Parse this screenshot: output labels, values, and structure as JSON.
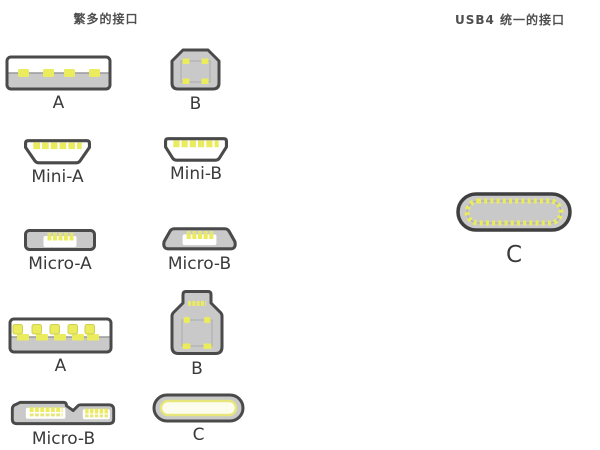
{
  "colors": {
    "body_gray": "#c9c9c9",
    "outline_dark": "#4a4a4a",
    "pin_yellow": "#ebeb5e",
    "pin_soft": "#e6e67a",
    "label_text": "#3a3a3a",
    "title_text": "#4f4f4f"
  },
  "left_panel": {
    "title": "繁多的接口",
    "connectors": [
      {
        "label": "A",
        "icon": "usb-a-connector-icon"
      },
      {
        "label": "B",
        "icon": "usb-b-connector-icon"
      },
      {
        "label": "Mini-A",
        "icon": "usb-mini-a-connector-icon"
      },
      {
        "label": "Mini-B",
        "icon": "usb-mini-b-connector-icon"
      },
      {
        "label": "Micro-A",
        "icon": "usb-micro-a-connector-icon"
      },
      {
        "label": "Micro-B",
        "icon": "usb-micro-b-connector-icon"
      },
      {
        "label": "A",
        "icon": "usb3-a-connector-icon"
      },
      {
        "label": "B",
        "icon": "usb3-b-connector-icon"
      },
      {
        "label": "Micro-B",
        "icon": "usb3-micro-b-connector-icon"
      },
      {
        "label": "C",
        "icon": "usb-c-connector-icon"
      }
    ]
  },
  "right_panel": {
    "title": "USB4 统一的接口",
    "connector": {
      "label": "C",
      "icon": "usb-c-large-connector-icon"
    }
  }
}
